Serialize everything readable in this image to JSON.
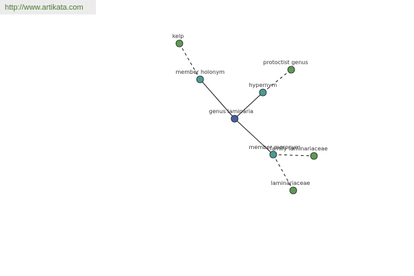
{
  "header": {
    "url": "http://www.artikata.com"
  },
  "graph": {
    "colors": {
      "center": "#4a5fa0",
      "relation": "#4a9a94",
      "leaf": "#5f9a55"
    },
    "nodes": [
      {
        "id": "genus-laminaria",
        "label": "genus laminaria",
        "kind": "center"
      },
      {
        "id": "member-holonym",
        "label": "member holonym",
        "kind": "relation"
      },
      {
        "id": "hypernym",
        "label": "hypernym",
        "kind": "relation"
      },
      {
        "id": "member-meronym",
        "label": "member meronym",
        "kind": "relation"
      },
      {
        "id": "kelp",
        "label": "kelp",
        "kind": "leaf"
      },
      {
        "id": "protoctist-genus",
        "label": "protoctist genus",
        "kind": "leaf"
      },
      {
        "id": "family-laminariaceae",
        "label": "family laminariaceae",
        "kind": "leaf"
      },
      {
        "id": "laminariaceae",
        "label": "laminariaceae",
        "kind": "leaf"
      }
    ],
    "edges": [
      {
        "from": "genus-laminaria",
        "to": "member-holonym",
        "style": "solid"
      },
      {
        "from": "genus-laminaria",
        "to": "hypernym",
        "style": "solid"
      },
      {
        "from": "genus-laminaria",
        "to": "member-meronym",
        "style": "solid"
      },
      {
        "from": "member-holonym",
        "to": "kelp",
        "style": "dashed"
      },
      {
        "from": "hypernym",
        "to": "protoctist-genus",
        "style": "dashed"
      },
      {
        "from": "member-meronym",
        "to": "family-laminariaceae",
        "style": "dashed"
      },
      {
        "from": "member-meronym",
        "to": "laminariaceae",
        "style": "dashed"
      }
    ]
  }
}
